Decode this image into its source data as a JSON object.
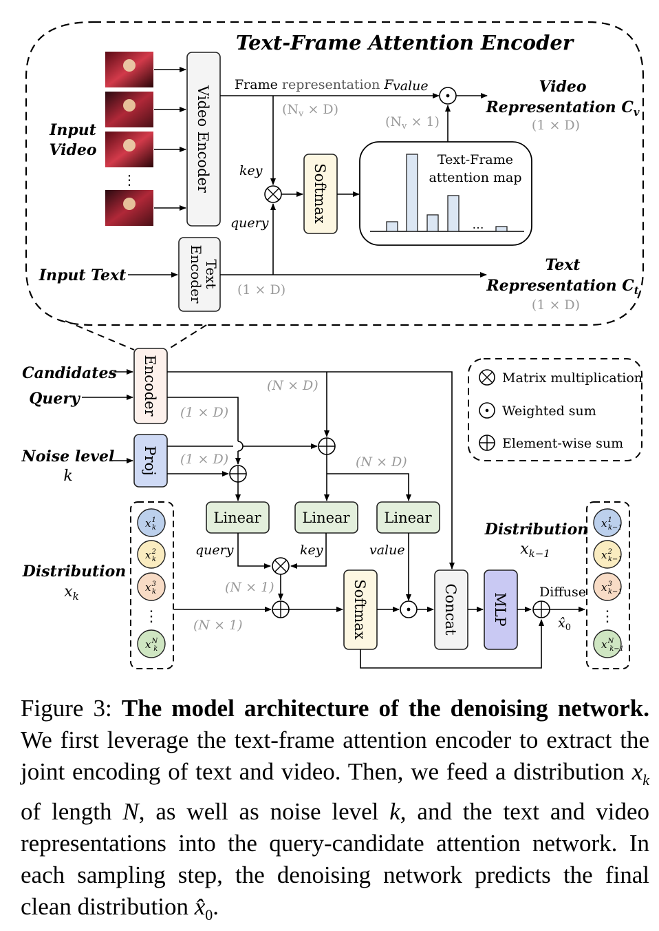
{
  "encoder_panel": {
    "title": "Text-Frame Attention Encoder",
    "input_video": [
      "Input",
      "Video"
    ],
    "input_text": "Input Text",
    "video_encoder": "Video Encoder",
    "text_encoder": [
      "Text",
      "Encoder"
    ],
    "frame_rep_prefix": "Frame",
    "frame_rep_word": "representation",
    "frame_rep_symbol": "F",
    "value": "value",
    "key": "key",
    "query": "query",
    "nv_d": "(N",
    "nv_d_sub": "v",
    "nv_d_rest": " × D)",
    "nv_1": "(N",
    "nv_1_sub": "v",
    "nv_1_rest": " × 1)",
    "one_d": "(1 × D)",
    "softmax": "Softmax",
    "attention_map": [
      "Text-Frame",
      "attention map"
    ],
    "ellipsis": "…",
    "vdots": "⋮",
    "video_rep": [
      "Video",
      "Representation C"
    ],
    "video_rep_sub": "v",
    "video_rep_dim": "(1 × D)",
    "text_rep": [
      "Text",
      "Representation C"
    ],
    "text_rep_sub": "t",
    "text_rep_dim": "(1 × D)"
  },
  "bottom": {
    "candidates": "Candidates",
    "query": "Query",
    "noise_level": "Noise level",
    "k": "k",
    "encoder": "Encoder",
    "proj": "Proj",
    "n_d": "(N × D)",
    "one_d": "(1 × D)",
    "n_1": "(N × 1)",
    "linear": "Linear",
    "query_label": "query",
    "key_label": "key",
    "value_label": "value",
    "softmax": "Softmax",
    "concat": "Concat",
    "mlp": "MLP",
    "diffuse": "Diffuse",
    "x0_hat": "x̂",
    "x0_sub": "0",
    "distribution": "Distribution",
    "x_k": "x",
    "x_k_sub": "k",
    "x_km1_sub": "k−1",
    "dist_in_labels": [
      "1",
      "2",
      "3",
      "N"
    ],
    "dist_colors": [
      "#bcd0ec",
      "#faecc0",
      "#f8dcc6",
      "#cfe6c2"
    ],
    "legend": {
      "matmul": "Matrix multiplication",
      "weighted": "Weighted sum",
      "elementwise": "Element-wise sum"
    }
  },
  "colors": {
    "encoder": "#fdf1ec",
    "proj": "#cfdaf5",
    "linear": "#e3efdc",
    "softmax": "#fdf7e2",
    "concat": "#f3f3f3",
    "mlp": "#c9c9f3",
    "video_encoder": "#f4f4f4",
    "gray_text": "#9a9a9a"
  },
  "caption": {
    "prefix": "Figure 3: ",
    "bold": "The model architecture of the denoising network.",
    "line1_rest": " We first leverage the text-frame attention encoder to extract the joint encoding of text and video. Then, we feed a distribution ",
    "xk": "x",
    "xk_sub": "k",
    "mid1": " of length ",
    "N": "N",
    "mid2": ", as well as noise level ",
    "k": "k",
    "mid3": ", and the text and video representations into the query-candidate attention network. In each sampling step, the denoising network predicts the final clean distribution ",
    "x0": "x̂",
    "x0_sub": "0",
    "end": "."
  }
}
